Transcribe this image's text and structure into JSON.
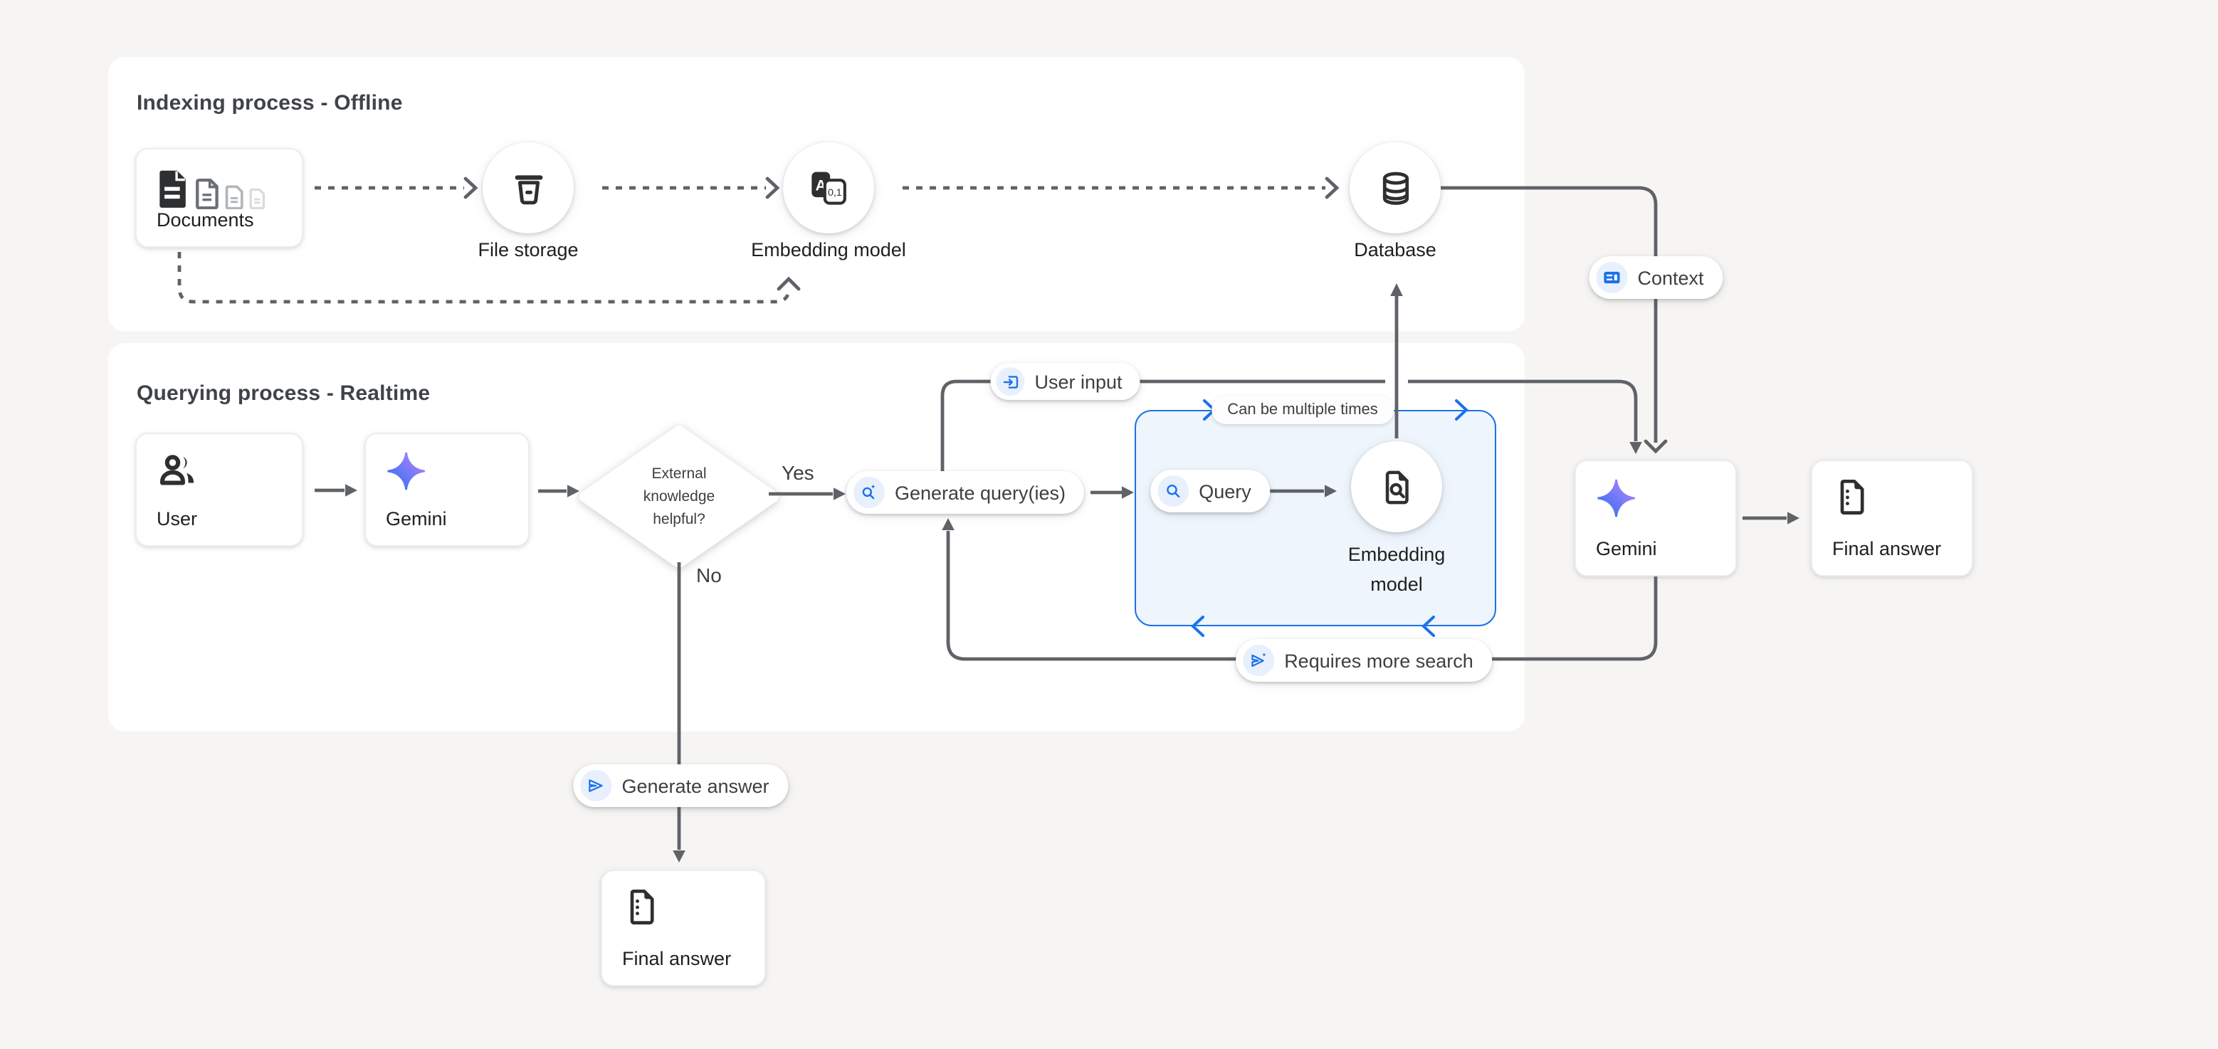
{
  "colors": {
    "background": "#f6f5f3",
    "card": "#ffffff",
    "line_gray": "#5f6368",
    "accent_blue": "#1a73e8",
    "icon_chip_bg": "#e8f0fe",
    "loop_fill": "#eff5fd",
    "text_primary": "#1f1f1f",
    "text_secondary": "#3c4043",
    "gemini_gradient": [
      "#2a6df4",
      "#6a78f6",
      "#cfc3fc"
    ]
  },
  "sections": {
    "indexing": {
      "title": "Indexing process - Offline"
    },
    "querying": {
      "title": "Querying process - Realtime"
    }
  },
  "nodes": {
    "documents": {
      "label": "Documents"
    },
    "file_storage": {
      "label": "File storage"
    },
    "embedding_model_offline": {
      "label": "Embedding model"
    },
    "database": {
      "label": "Database"
    },
    "user": {
      "label": "User"
    },
    "gemini_main": {
      "label": "Gemini"
    },
    "embedding_model_realtime": {
      "label": "Embedding model"
    },
    "gemini_final": {
      "label": "Gemini"
    },
    "final_answer_right": {
      "label": "Final answer"
    },
    "final_answer_bottom": {
      "label": "Final answer"
    }
  },
  "decision": {
    "question": "External knowledge helpful?",
    "yes": "Yes",
    "no": "No"
  },
  "labels": {
    "context": "Context",
    "user_input": "User input",
    "generate_queries": "Generate query(ies)",
    "query": "Query",
    "can_be_multiple_times": "Can be multiple times",
    "requires_more_search": "Requires more search",
    "generate_answer": "Generate answer"
  }
}
